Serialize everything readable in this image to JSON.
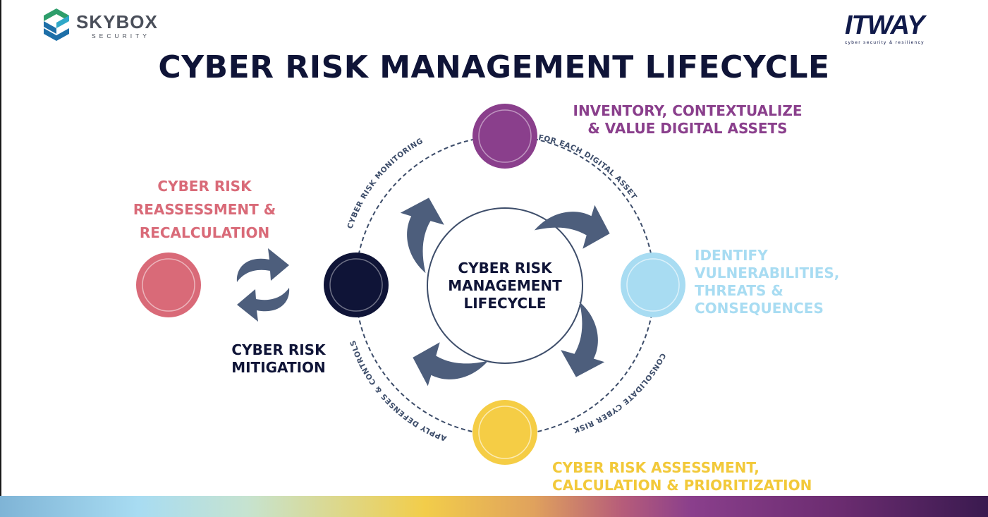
{
  "title": "CYBER RISK MANAGEMENT LIFECYCLE",
  "logos": {
    "skybox_name": "SKYBOX",
    "skybox_sub": "SECURITY",
    "itway_name": "ITWAY",
    "itway_tagline": "cyber security & resiliency"
  },
  "center_label": [
    "CYBER RISK",
    "MANAGEMENT",
    "LIFECYCLE"
  ],
  "stages": {
    "inventory": [
      "INVENTORY, CONTEXTUALIZE",
      "& VALUE DIGITAL ASSETS"
    ],
    "identify": [
      "IDENTIFY",
      "VULNERABILITIES,",
      "THREATS &",
      "CONSEQUENCES"
    ],
    "assessment": [
      "CYBER RISK ASSESSMENT,",
      "CALCULATION & PRIORITIZATION"
    ],
    "mitigation": [
      "CYBER RISK",
      "MITIGATION"
    ],
    "reassessment": [
      "CYBER RISK",
      "REASSESSMENT &",
      "RECALCULATION"
    ]
  },
  "arc_labels": {
    "top_right": "FOR EACH DIGITAL ASSET",
    "bottom_right": "CONSOLIDATE CYBER RISK",
    "bottom_left": "APPLY DEFENSES & CONTROLS",
    "top_left": "CYBER RISK MONITORING"
  },
  "colors": {
    "navy": "#0f1437",
    "purple": "#8a3f8c",
    "light_blue": "#a8dcf2",
    "yellow": "#f5cd45",
    "pink": "#d96a78",
    "arrow": "#4d5e7c",
    "skybox_green": "#2e9e6b",
    "skybox_blue": "#1d6fa8"
  },
  "icons": [
    "skybox-logo",
    "itway-logo",
    "curved-arrow",
    "refresh-arrows"
  ]
}
